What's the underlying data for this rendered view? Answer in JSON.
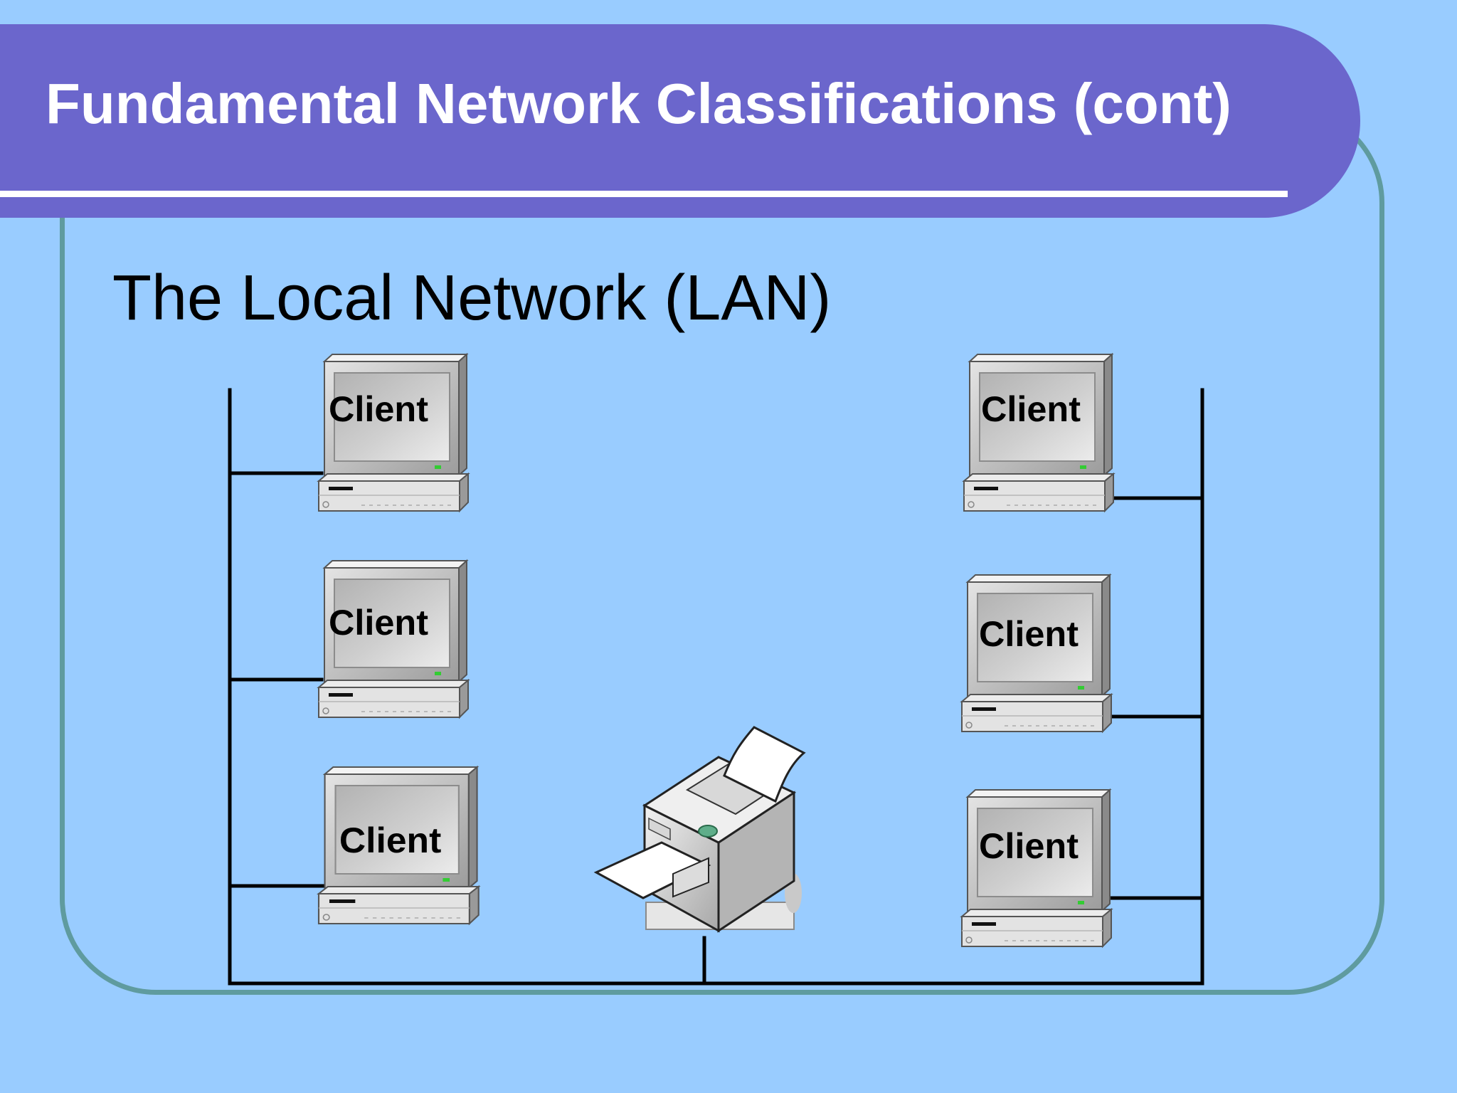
{
  "slide": {
    "title": "Fundamental Network Classifications (cont)",
    "subtitle": "The Local Network (LAN)"
  },
  "diagram": {
    "clients": [
      {
        "label": "Client"
      },
      {
        "label": "Client"
      },
      {
        "label": "Client"
      },
      {
        "label": "Client"
      },
      {
        "label": "Client"
      },
      {
        "label": "Client"
      }
    ],
    "printer": {
      "icon": "printer-icon"
    }
  },
  "colors": {
    "background": "#99ccff",
    "title_bar": "#6b66cc",
    "frame": "#5f9b9f",
    "network_line": "#000000"
  }
}
